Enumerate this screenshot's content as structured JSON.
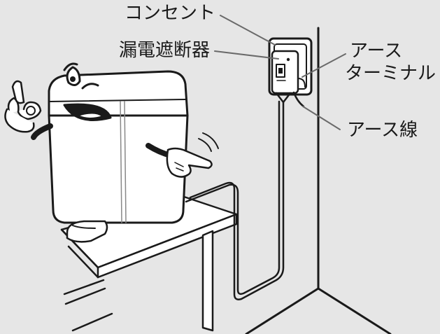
{
  "labels": {
    "outlet": "コンセント",
    "breaker": "漏電遮断器",
    "earth_terminal_line1": "アース",
    "earth_terminal_line2": "ターミナル",
    "earth_wire": "アース線"
  },
  "colors": {
    "background": "#e6e6e6",
    "line": "#1a1a1a",
    "fill_white": "#ffffff",
    "wall_shade": "#d8d8d8"
  }
}
